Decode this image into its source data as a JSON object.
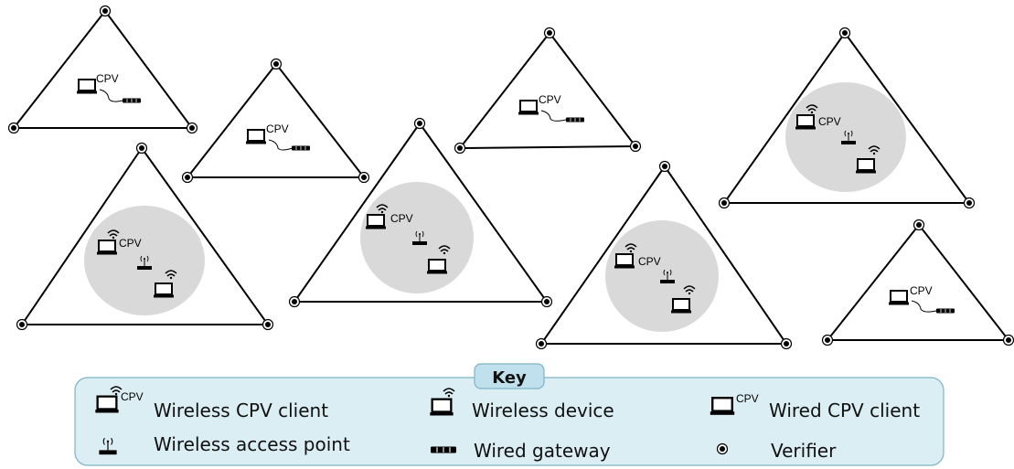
{
  "diagram": {
    "cpv_label": "CPV",
    "cells": [
      {
        "id": "cell-1",
        "kind": "wired"
      },
      {
        "id": "cell-2",
        "kind": "wired"
      },
      {
        "id": "cell-3",
        "kind": "wired"
      },
      {
        "id": "cell-4",
        "kind": "wired"
      },
      {
        "id": "cell-5",
        "kind": "wireless"
      },
      {
        "id": "cell-6",
        "kind": "wireless"
      },
      {
        "id": "cell-7",
        "kind": "wireless"
      },
      {
        "id": "cell-8",
        "kind": "wireless"
      }
    ],
    "colors": {
      "line": "#000000",
      "coverage": "#d9d9d9",
      "key_fill": "#dbeef4",
      "key_border": "#7fb3c4",
      "key_title_fill": "#bfe0ec"
    }
  },
  "key": {
    "title": "Key",
    "items": {
      "wireless_cpv_client": "Wireless CPV client",
      "wireless_device": "Wireless device",
      "wired_cpv_client": "Wired CPV client",
      "wireless_access_point": "Wireless access point",
      "wired_gateway": "Wired gateway",
      "verifier": "Verifier"
    }
  }
}
